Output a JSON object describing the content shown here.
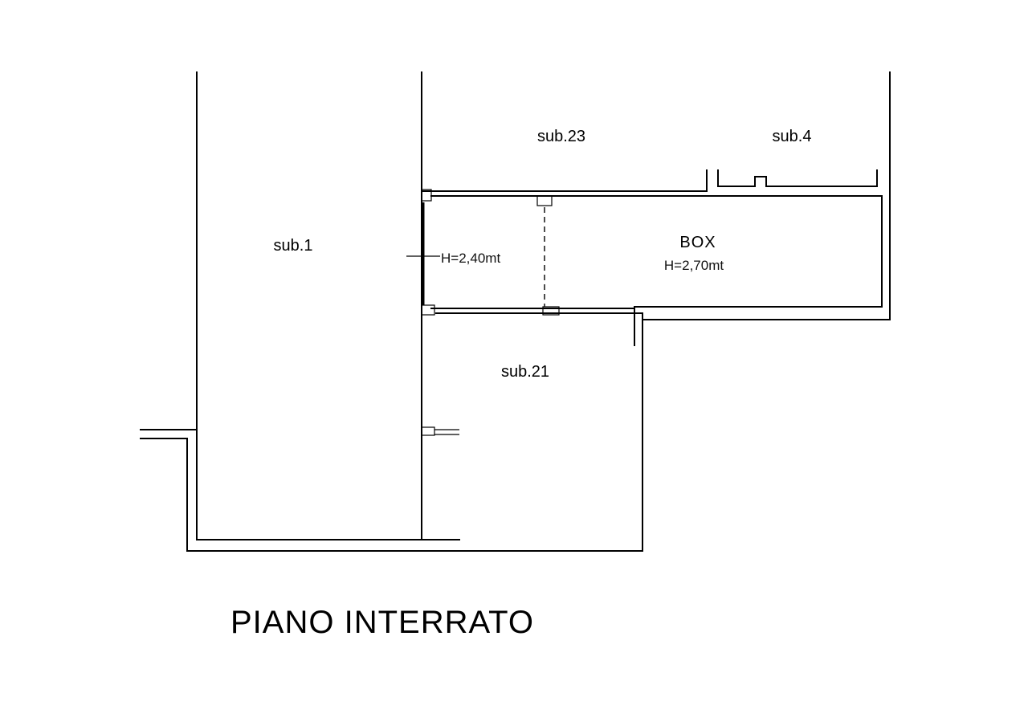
{
  "plan": {
    "rooms": {
      "sub1": "sub.1",
      "sub23": "sub.23",
      "sub4": "sub.4",
      "sub21": "sub.21",
      "box": "BOX"
    },
    "heights": {
      "corridor": "H=2,40mt",
      "box": "H=2,70mt"
    },
    "floor_title": "PIANO INTERRATO"
  }
}
